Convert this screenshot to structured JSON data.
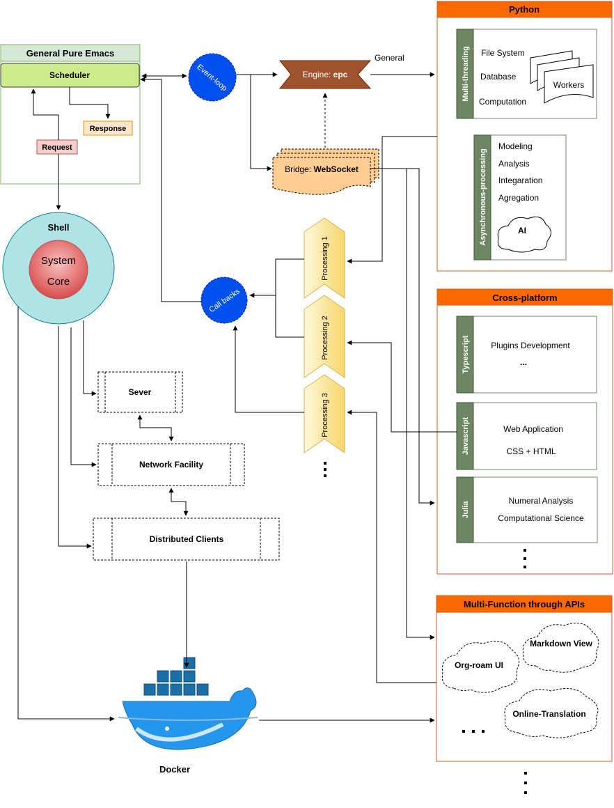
{
  "emacs": {
    "title": "General Pure Emacs",
    "scheduler": "Scheduler",
    "response": "Response",
    "request": "Request"
  },
  "shell": {
    "title": "Shell",
    "core_line1": "System",
    "core_line2": "Core"
  },
  "event_loop": "Event-loop",
  "callbacks": "Call backs",
  "engine": {
    "prefix": "Engine: ",
    "name": "epc"
  },
  "bridge": {
    "prefix": "Bridge: ",
    "name": "WebSocket"
  },
  "general_label": "General",
  "processing": [
    "Processing 1",
    "Processing 2",
    "Processing 3"
  ],
  "network": {
    "server": "Sever",
    "facility": "Network Facility",
    "clients": "Distributed Clients"
  },
  "docker": "Docker",
  "python": {
    "title": "Python",
    "multithreading": {
      "label": "Multi-threading",
      "items": [
        "File System",
        "Database",
        "Computation"
      ],
      "workers": "Workers"
    },
    "async": {
      "label": "Asynchronous-processing",
      "items": [
        "Modeling",
        "Analysis",
        "Integaration",
        "Agregation"
      ],
      "ai": "AI"
    }
  },
  "cross_platform": {
    "title": "Cross-platform",
    "typescript": {
      "label": "Typescript",
      "items": [
        "Plugins Development",
        "..."
      ]
    },
    "javascript": {
      "label": "Javascript",
      "items": [
        "Web Application",
        "CSS + HTML"
      ]
    },
    "julia": {
      "label": "Julia",
      "items": [
        "Numeral Analysis",
        "Computational Science"
      ]
    }
  },
  "apis": {
    "title": "Multi-Function through APIs",
    "items": [
      "Org-roam UI",
      "Markdown View",
      "Online-Translation"
    ]
  },
  "colors": {
    "orange_header": "#fa6800",
    "orange_border": "#d65b1b",
    "green_label": "#6d8764",
    "green_fill": "#d5e8d4",
    "green_border": "#82b366",
    "scheduler_fill": "#cdeb8b",
    "blue_circle": "#0050ef",
    "engine_brown": "#a0522d",
    "bridge_fill": "#ffcd91",
    "processing_fill": "#ffe38f",
    "shell_fill": "#b0e3e6",
    "core_fill": "#e06666",
    "docker_blue": "#2496ed"
  }
}
